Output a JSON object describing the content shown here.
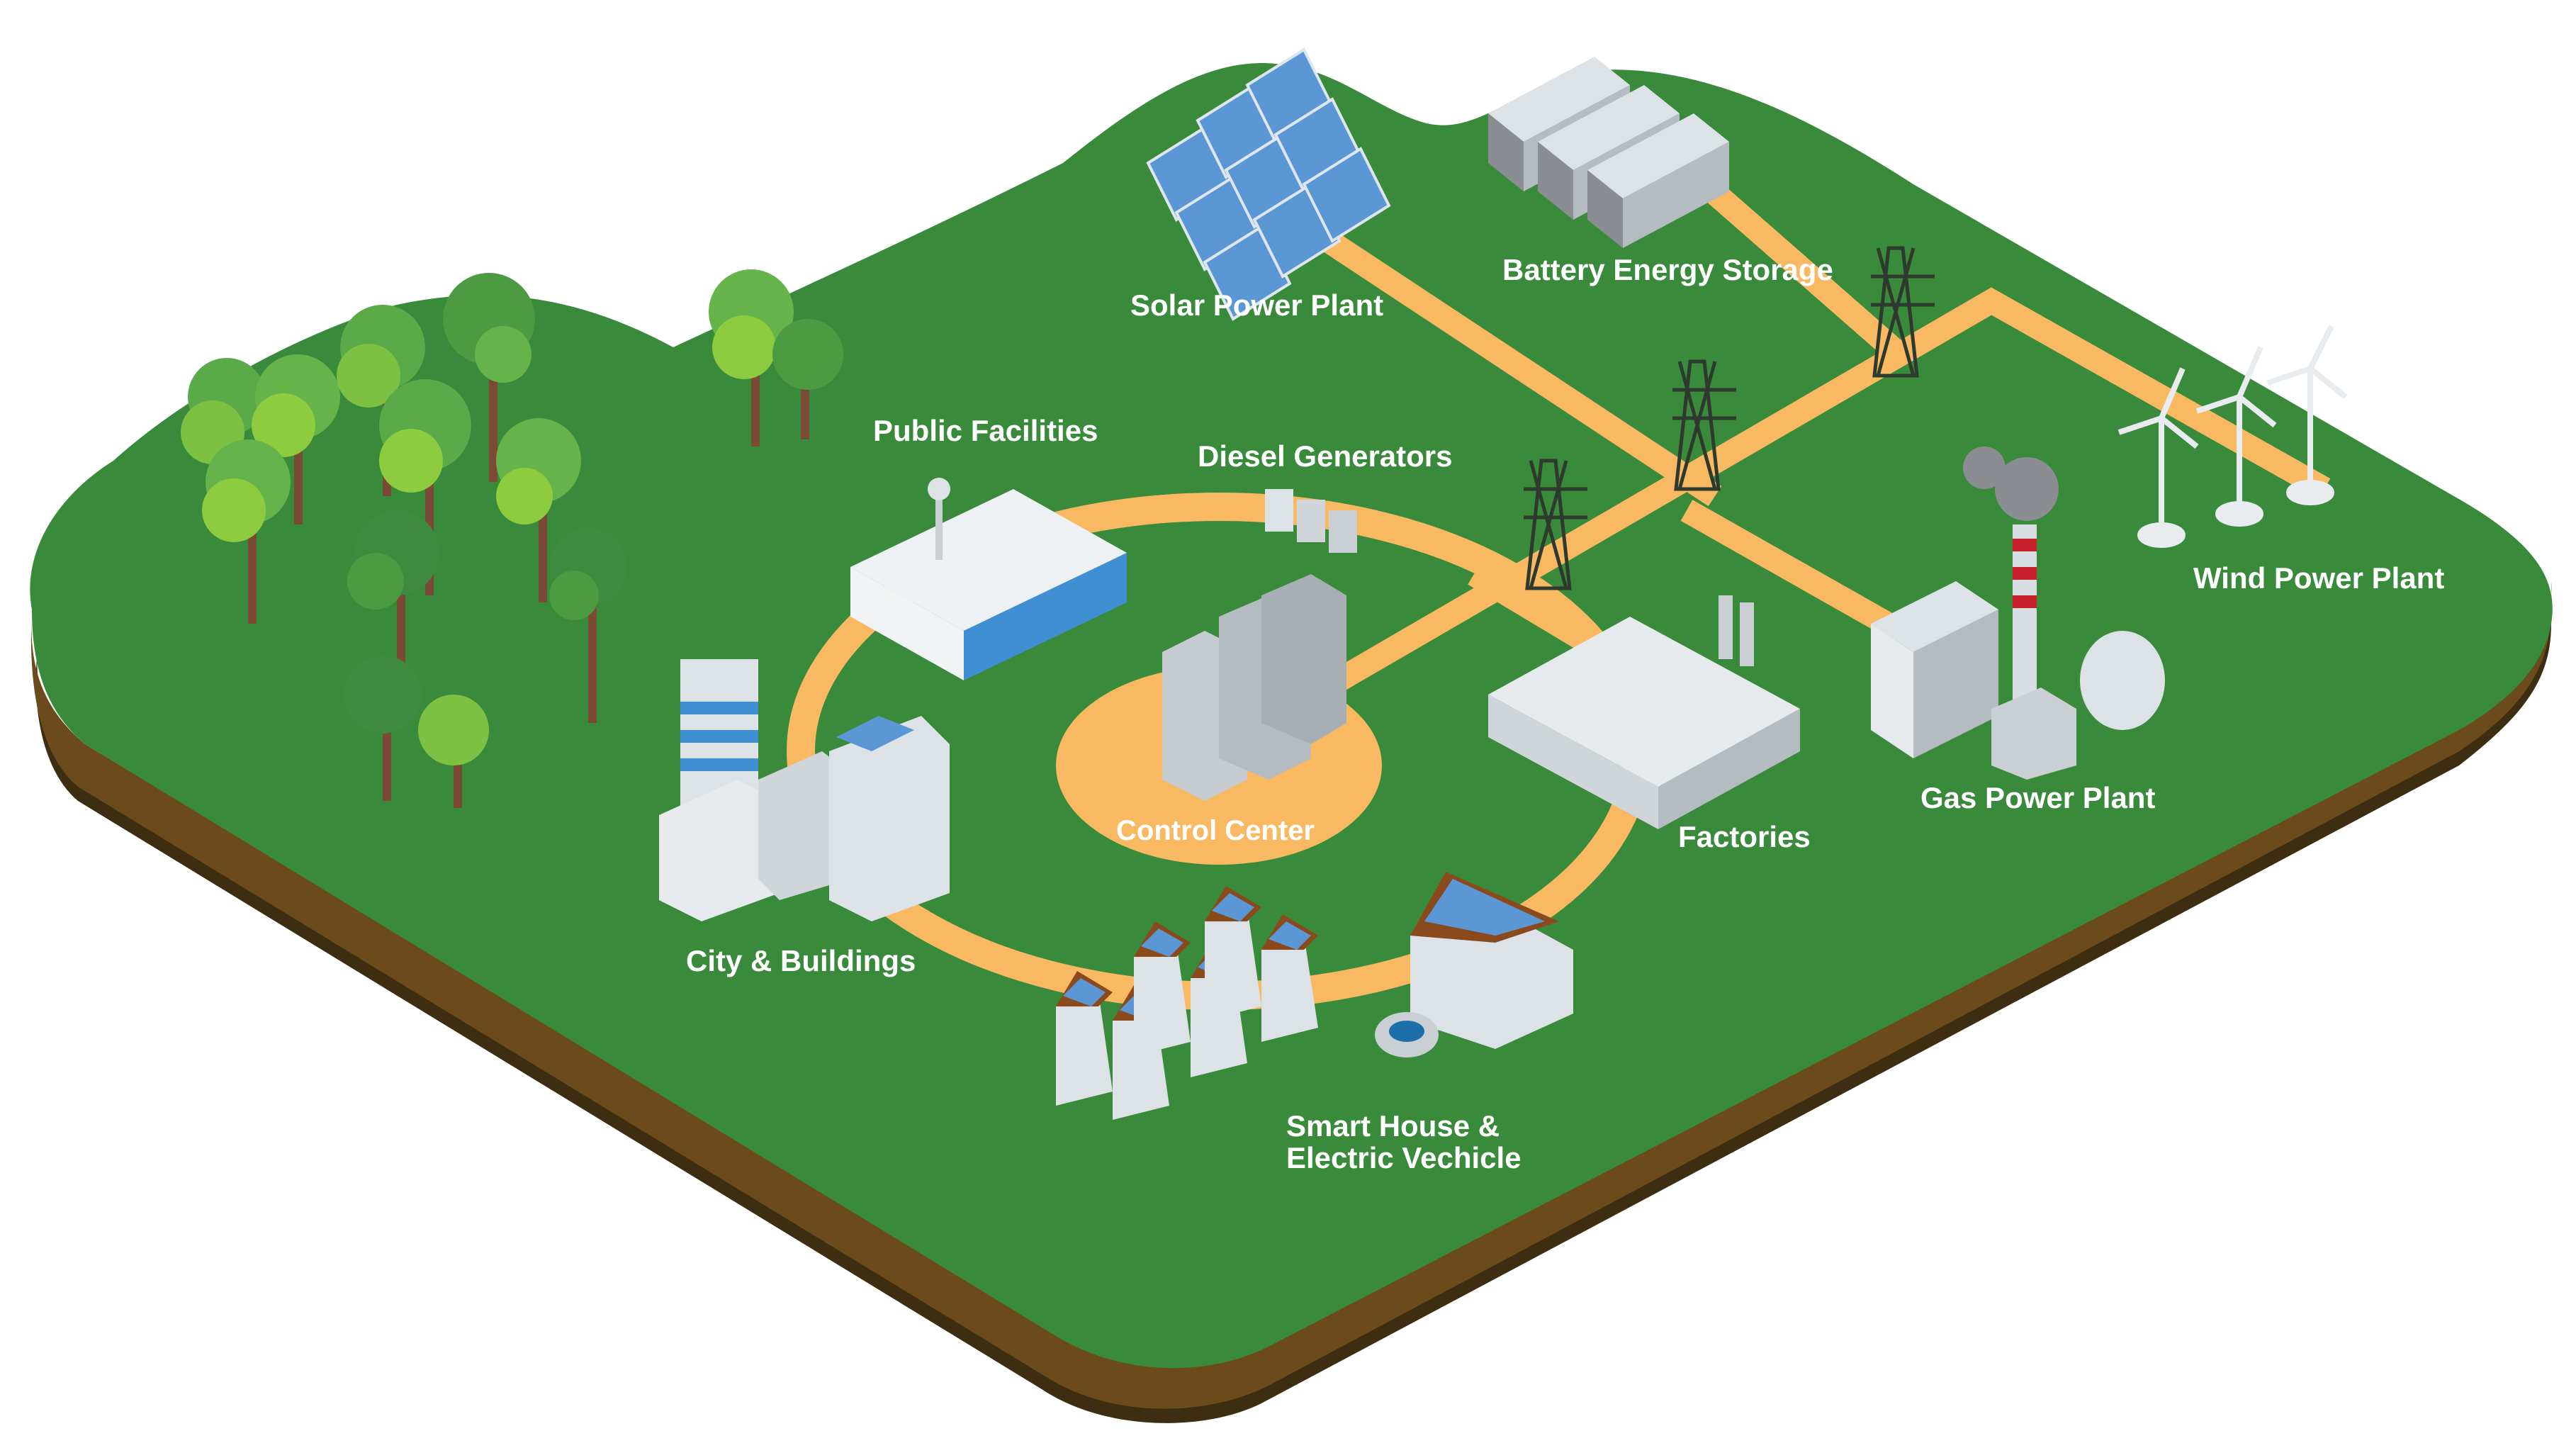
{
  "diagram": {
    "title": "Smart Grid",
    "colors": {
      "ground": "#3a8a3b",
      "soil": "#6b4a1b",
      "soil_dark": "#3d2e12",
      "power_line": "#f9b963",
      "label": "#ffffff",
      "solar_panel": "#5b97d5",
      "building_light": "#dde2e6",
      "building_shade": "#b5bcc1",
      "window_blue": "#3f8fd2",
      "roof_brown": "#8b4a1c",
      "tower": "#2f3a2f",
      "chimney_red": "#c8202b"
    },
    "labels": {
      "solar": "Solar Power Plant",
      "battery": "Battery Energy Storage",
      "public": "Public Facilities",
      "diesel": "Diesel Generators",
      "wind": "Wind Power Plant",
      "gas": "Gas Power Plant",
      "factories": "Factories",
      "control": "Control Center",
      "city": "City & Buildings",
      "smart_line1": "Smart House &",
      "smart_line2": "Electric Vechicle"
    },
    "nodes": [
      {
        "id": "solar",
        "label": "Solar Power Plant"
      },
      {
        "id": "battery",
        "label": "Battery Energy Storage"
      },
      {
        "id": "wind",
        "label": "Wind Power Plant"
      },
      {
        "id": "gas",
        "label": "Gas Power Plant"
      },
      {
        "id": "diesel",
        "label": "Diesel Generators"
      },
      {
        "id": "public",
        "label": "Public Facilities"
      },
      {
        "id": "control",
        "label": "Control Center"
      },
      {
        "id": "factories",
        "label": "Factories"
      },
      {
        "id": "city",
        "label": "City & Buildings"
      },
      {
        "id": "smart",
        "label": "Smart House & Electric Vechicle"
      }
    ],
    "edges": [
      {
        "from": "solar",
        "to": "control"
      },
      {
        "from": "battery",
        "to": "wind"
      },
      {
        "from": "wind",
        "to": "control"
      },
      {
        "from": "gas",
        "to": "control"
      },
      {
        "from": "control",
        "to": "ring"
      }
    ]
  }
}
